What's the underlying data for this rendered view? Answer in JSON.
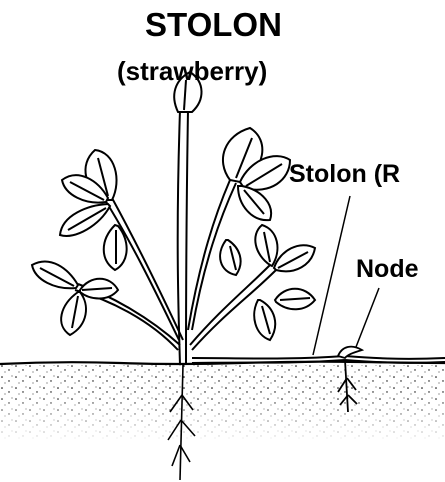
{
  "title": "STOLON",
  "subtitle": "(strawberry)",
  "labels": {
    "stolon": "Stolon (R",
    "node": "Node"
  }
}
